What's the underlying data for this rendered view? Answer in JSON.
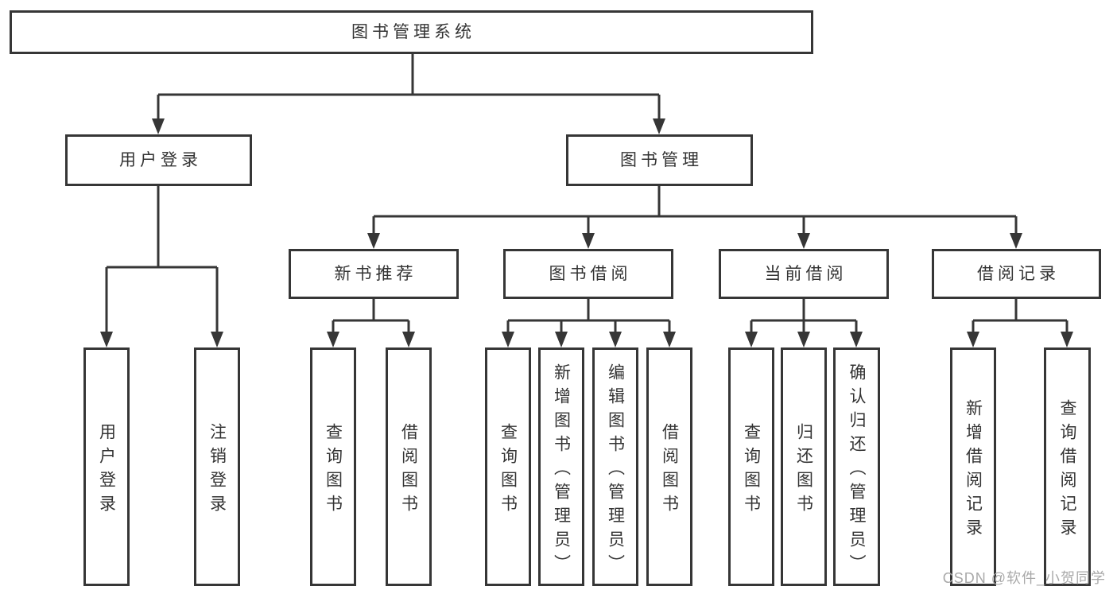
{
  "diagram": {
    "root": {
      "label": "图书管理系统",
      "children": [
        {
          "label": "用户登录",
          "children": [
            {
              "label": "用户登录"
            },
            {
              "label": "注销登录"
            }
          ]
        },
        {
          "label": "图书管理",
          "children": [
            {
              "label": "新书推荐",
              "children": [
                {
                  "label": "查询图书"
                },
                {
                  "label": "借阅图书"
                }
              ]
            },
            {
              "label": "图书借阅",
              "children": [
                {
                  "label": "查询图书"
                },
                {
                  "label": "新增图书（管理员）"
                },
                {
                  "label": "编辑图书（管理员）"
                },
                {
                  "label": "借阅图书"
                }
              ]
            },
            {
              "label": "当前借阅",
              "children": [
                {
                  "label": "查询图书"
                },
                {
                  "label": "归还图书"
                },
                {
                  "label": "确认归还（管理员）"
                }
              ]
            },
            {
              "label": "借阅记录",
              "children": [
                {
                  "label": "新增借阅记录"
                },
                {
                  "label": "查询借阅记录"
                }
              ]
            }
          ]
        }
      ]
    }
  },
  "watermark": {
    "text": "CSDN @软件_小贺同学"
  },
  "colors": {
    "line": "#363636",
    "node_text": "#333333",
    "background": "#ffffff",
    "watermark": "#a9a9a9"
  }
}
